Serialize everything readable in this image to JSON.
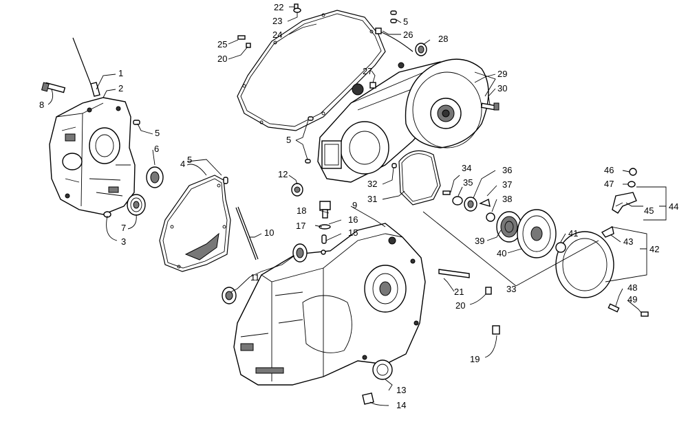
{
  "diagram": {
    "callouts": [
      {
        "id": "c1",
        "text": "1"
      },
      {
        "id": "c2",
        "text": "2"
      },
      {
        "id": "c3",
        "text": "3"
      },
      {
        "id": "c4",
        "text": "4"
      },
      {
        "id": "c5a",
        "text": "5"
      },
      {
        "id": "c5b",
        "text": "5"
      },
      {
        "id": "c5c",
        "text": "5"
      },
      {
        "id": "c5d",
        "text": "5"
      },
      {
        "id": "c6",
        "text": "6"
      },
      {
        "id": "c7",
        "text": "7"
      },
      {
        "id": "c8",
        "text": "8"
      },
      {
        "id": "c9",
        "text": "9"
      },
      {
        "id": "c10",
        "text": "10"
      },
      {
        "id": "c11",
        "text": "11"
      },
      {
        "id": "c12",
        "text": "12"
      },
      {
        "id": "c13",
        "text": "13"
      },
      {
        "id": "c14",
        "text": "14"
      },
      {
        "id": "c15",
        "text": "15"
      },
      {
        "id": "c16",
        "text": "16"
      },
      {
        "id": "c17",
        "text": "17"
      },
      {
        "id": "c18",
        "text": "18"
      },
      {
        "id": "c19",
        "text": "19"
      },
      {
        "id": "c20a",
        "text": "20"
      },
      {
        "id": "c20b",
        "text": "20"
      },
      {
        "id": "c21",
        "text": "21"
      },
      {
        "id": "c22",
        "text": "22"
      },
      {
        "id": "c23",
        "text": "23"
      },
      {
        "id": "c24",
        "text": "24"
      },
      {
        "id": "c25",
        "text": "25"
      },
      {
        "id": "c26",
        "text": "26"
      },
      {
        "id": "c27",
        "text": "27"
      },
      {
        "id": "c28",
        "text": "28"
      },
      {
        "id": "c29",
        "text": "29"
      },
      {
        "id": "c30",
        "text": "30"
      },
      {
        "id": "c31",
        "text": "31"
      },
      {
        "id": "c32",
        "text": "32"
      },
      {
        "id": "c33",
        "text": "33"
      },
      {
        "id": "c34",
        "text": "34"
      },
      {
        "id": "c35",
        "text": "35"
      },
      {
        "id": "c36",
        "text": "36"
      },
      {
        "id": "c37",
        "text": "37"
      },
      {
        "id": "c38",
        "text": "38"
      },
      {
        "id": "c39",
        "text": "39"
      },
      {
        "id": "c40",
        "text": "40"
      },
      {
        "id": "c41",
        "text": "41"
      },
      {
        "id": "c42",
        "text": "42"
      },
      {
        "id": "c43",
        "text": "43"
      },
      {
        "id": "c44",
        "text": "44"
      },
      {
        "id": "c45",
        "text": "45"
      },
      {
        "id": "c46",
        "text": "46"
      },
      {
        "id": "c47",
        "text": "47"
      },
      {
        "id": "c48",
        "text": "48"
      },
      {
        "id": "c49",
        "text": "49"
      }
    ]
  }
}
